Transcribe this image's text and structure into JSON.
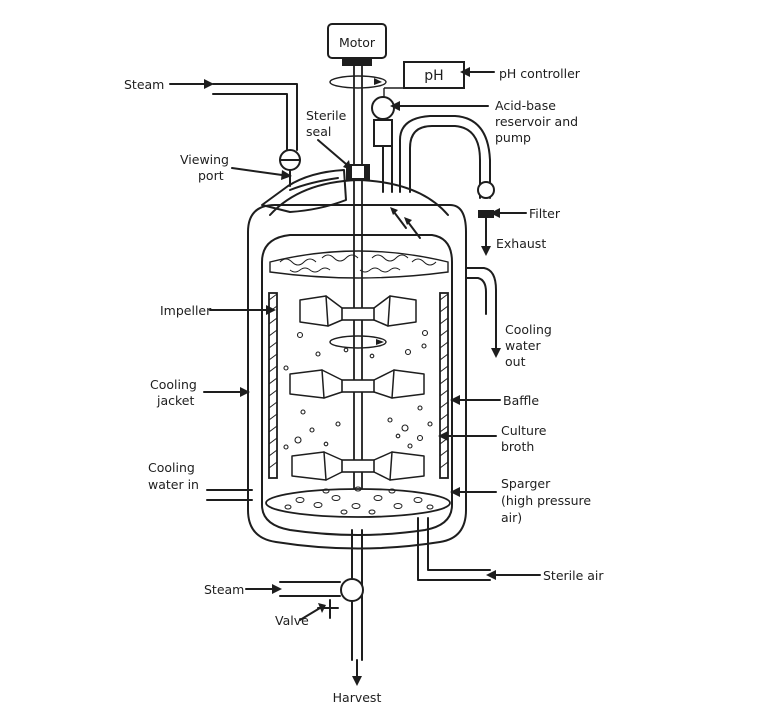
{
  "labels": {
    "motor": "Motor",
    "ph": "pH",
    "ph_controller": "pH controller",
    "steam_top": "Steam",
    "sterile_seal_1": "Sterile",
    "sterile_seal_2": "seal",
    "viewing_port_1": "Viewing",
    "viewing_port_2": "port",
    "acid_base_1": "Acid-base",
    "acid_base_2": "reservoir and",
    "acid_base_3": "pump",
    "filter": "Filter",
    "exhaust": "Exhaust",
    "impeller": "Impeller",
    "cooling_water_out_1": "Cooling",
    "cooling_water_out_2": "water",
    "cooling_water_out_3": "out",
    "cooling_jacket_1": "Cooling",
    "cooling_jacket_2": "jacket",
    "baffle": "Baffle",
    "culture_broth_1": "Culture",
    "culture_broth_2": "broth",
    "cooling_water_in_1": "Cooling",
    "cooling_water_in_2": "water in",
    "sparger_1": "Sparger",
    "sparger_2": "(high pressure",
    "sparger_3": "air)",
    "steam_bottom": "Steam",
    "valve": "Valve",
    "sterile_air": "Sterile air",
    "harvest": "Harvest"
  }
}
